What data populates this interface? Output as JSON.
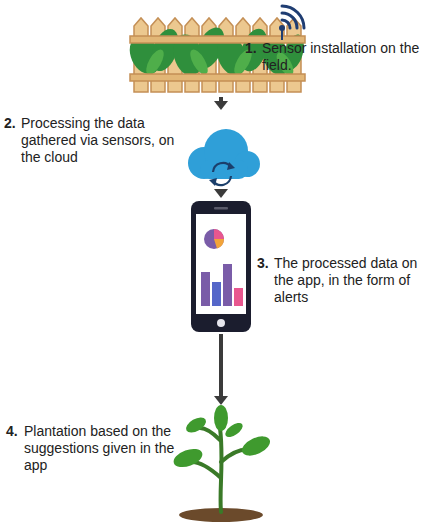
{
  "diagram": {
    "nodes": [
      {
        "text": [
          "1.",
          "Sensor installation on the field."
        ]
      },
      {
        "text": [
          "2.",
          "Processing the data gathered via sensors, on the cloud"
        ]
      },
      {
        "text": [
          "3.",
          "The processed data on the app, in the form of alerts"
        ]
      },
      {
        "text": [
          "4.",
          "Plantation based on the suggestions given in the app"
        ]
      }
    ],
    "edges": [
      {
        "from": 0,
        "to": 1,
        "arrow": "to"
      },
      {
        "from": 1,
        "to": 2,
        "arrow": "to"
      },
      {
        "from": 2,
        "to": 3,
        "arrow": "to"
      }
    ]
  }
}
